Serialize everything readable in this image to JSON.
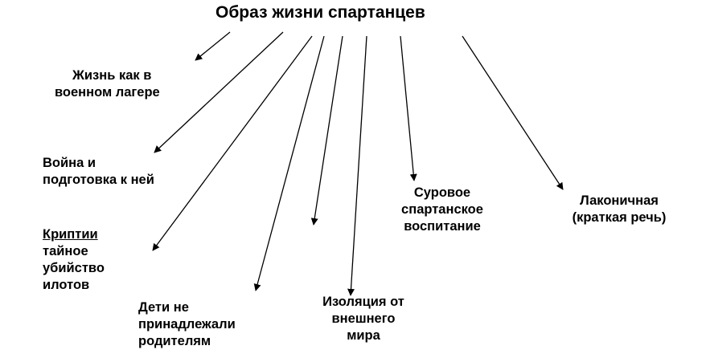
{
  "title": "Образ жизни спартанцев",
  "nodes": {
    "military_camp": {
      "lines": [
        "Жизнь как в",
        "военном лагере"
      ]
    },
    "war": {
      "lines": [
        "Война и",
        "подготовка к ней"
      ]
    },
    "krypteia": {
      "term": "Криптии",
      "lines": [
        "тайное",
        "убийство",
        "илотов"
      ]
    },
    "children": {
      "lines": [
        "Дети не",
        "принадлежали",
        "родителям"
      ]
    },
    "isolation": {
      "lines": [
        "Изоляция от",
        "внешнего",
        "мира"
      ]
    },
    "upbringing": {
      "lines": [
        "Суровое",
        "спартанское",
        "воспитание"
      ]
    },
    "laconic": {
      "lines": [
        "Лаконичная",
        "(краткая речь)"
      ]
    }
  },
  "colors": {
    "text": "#000000",
    "arrow": "#000000",
    "background": "#ffffff"
  }
}
